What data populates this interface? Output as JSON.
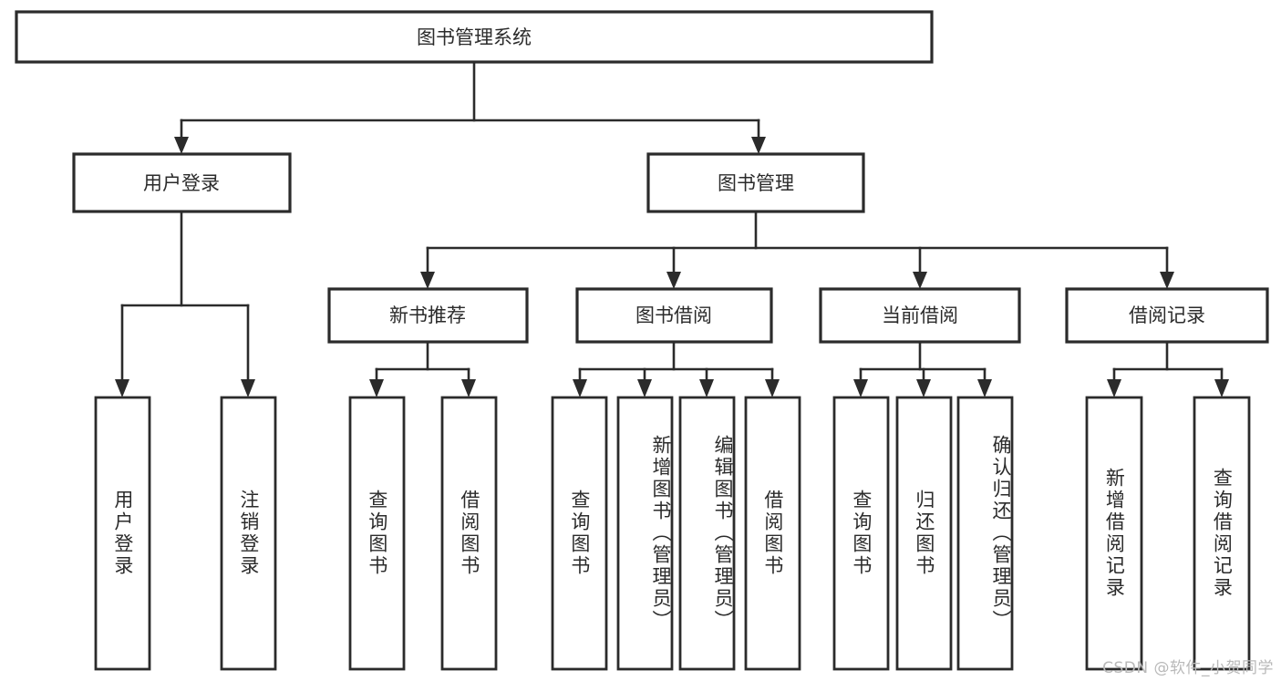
{
  "diagram": {
    "type": "hierarchy-tree",
    "title": "图书管理系统",
    "colors": {
      "background": "#ffffff",
      "box_fill": "#ffffff",
      "box_stroke": "#2b2b2b",
      "link_stroke": "#2b2b2b",
      "text": "#2b2b2b",
      "watermark": "#b9b9b9"
    },
    "root": {
      "label": "图书管理系统"
    },
    "level2": [
      {
        "label": "用户登录"
      },
      {
        "label": "图书管理"
      }
    ],
    "level3": [
      {
        "label": "新书推荐"
      },
      {
        "label": "图书借阅"
      },
      {
        "label": "当前借阅"
      },
      {
        "label": "借阅记录"
      }
    ],
    "leaves": {
      "user_login": [
        {
          "label": "用户登录"
        },
        {
          "label": "注销登录"
        }
      ],
      "new_book_recommend": [
        {
          "label": "查询图书"
        },
        {
          "label": "借阅图书"
        }
      ],
      "book_borrow": [
        {
          "label": "查询图书"
        },
        {
          "label": "新增图书（管理员）"
        },
        {
          "label": "编辑图书（管理员）"
        },
        {
          "label": "借阅图书"
        }
      ],
      "current_borrow": [
        {
          "label": "查询图书"
        },
        {
          "label": "归还图书"
        },
        {
          "label": "确认归还（管理员）"
        }
      ],
      "borrow_record": [
        {
          "label": "新增借阅记录"
        },
        {
          "label": "查询借阅记录"
        }
      ]
    },
    "watermark": "CSDN @软件_小贺同学"
  }
}
